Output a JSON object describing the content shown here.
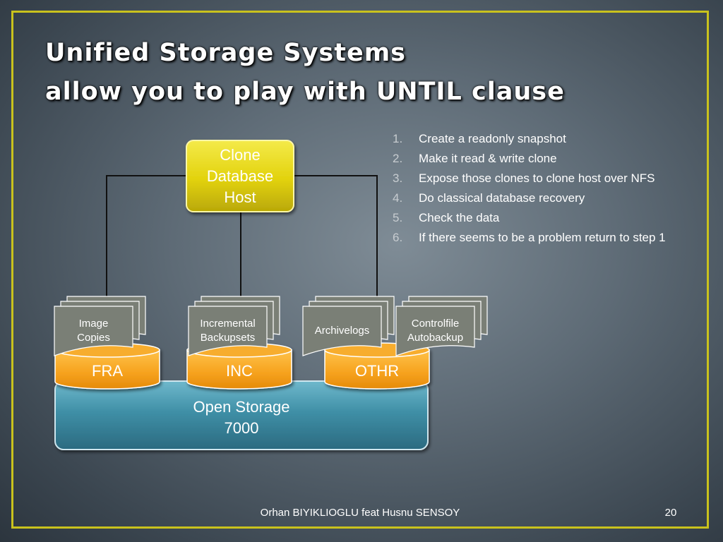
{
  "slide": {
    "title_line1": "Unified Storage Systems",
    "title_line2": "allow you to play with UNTIL clause",
    "steps": [
      {
        "num": "1.",
        "text": "Create a readonly snapshot"
      },
      {
        "num": "2.",
        "text": "Make it read & write clone"
      },
      {
        "num": "3.",
        "text": "Expose those clones to clone host over NFS"
      },
      {
        "num": "4.",
        "text": "Do classical database recovery"
      },
      {
        "num": "5.",
        "text": "Check the data"
      },
      {
        "num": "6.",
        "text": "If there seems to be a problem return to step 1"
      }
    ],
    "footer": "Orhan BIYIKLIOGLU feat Husnu SENSOY",
    "page_number": "20"
  },
  "diagram": {
    "host": {
      "line1": "Clone",
      "line2": "Database",
      "line3": "Host"
    },
    "storage": {
      "line1": "Open Storage",
      "line2": "7000"
    },
    "disks": [
      {
        "label": "FRA",
        "card_line1": "Image",
        "card_line2": "Copies"
      },
      {
        "label": "INC",
        "card_line1": "Incremental",
        "card_line2": "Backupsets"
      },
      {
        "label": "OTHR",
        "card_line1": "Archivelogs",
        "card_line2": "",
        "card2_line1": "Controlfile",
        "card2_line2": "Autobackup"
      }
    ],
    "colors": {
      "frame": "#c9c21d",
      "host": "#e3d40c",
      "disk": "#f6a21d",
      "storage": "#3a8aa0",
      "card": "#7a7f76"
    }
  }
}
